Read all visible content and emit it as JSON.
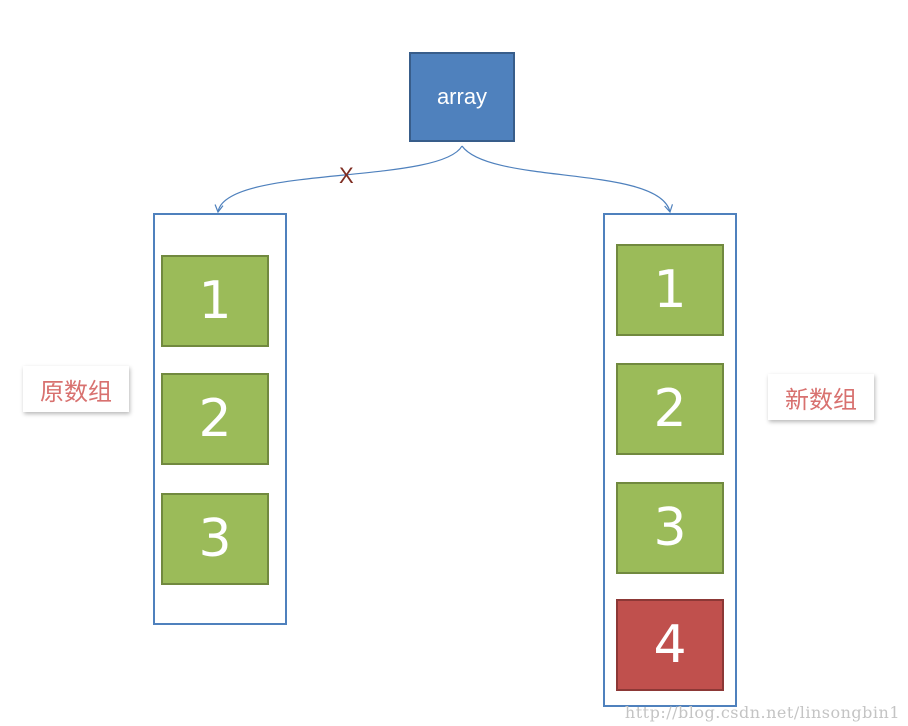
{
  "root_label": "array",
  "reject_mark": "X",
  "original": {
    "label": "原数组",
    "cells": [
      "1",
      "2",
      "3"
    ]
  },
  "new_array": {
    "label": "新数组",
    "cells": [
      "1",
      "2",
      "3",
      "4"
    ]
  },
  "watermark": "http://blog.csdn.net/linsongbin1",
  "colors": {
    "root_fill": "#4f81bd",
    "cell_fill": "#9bbb59",
    "added_cell_fill": "#c0504d",
    "container_border": "#4f81bd",
    "label_text": "#d8716f",
    "reject_mark": "#7f2d22"
  }
}
